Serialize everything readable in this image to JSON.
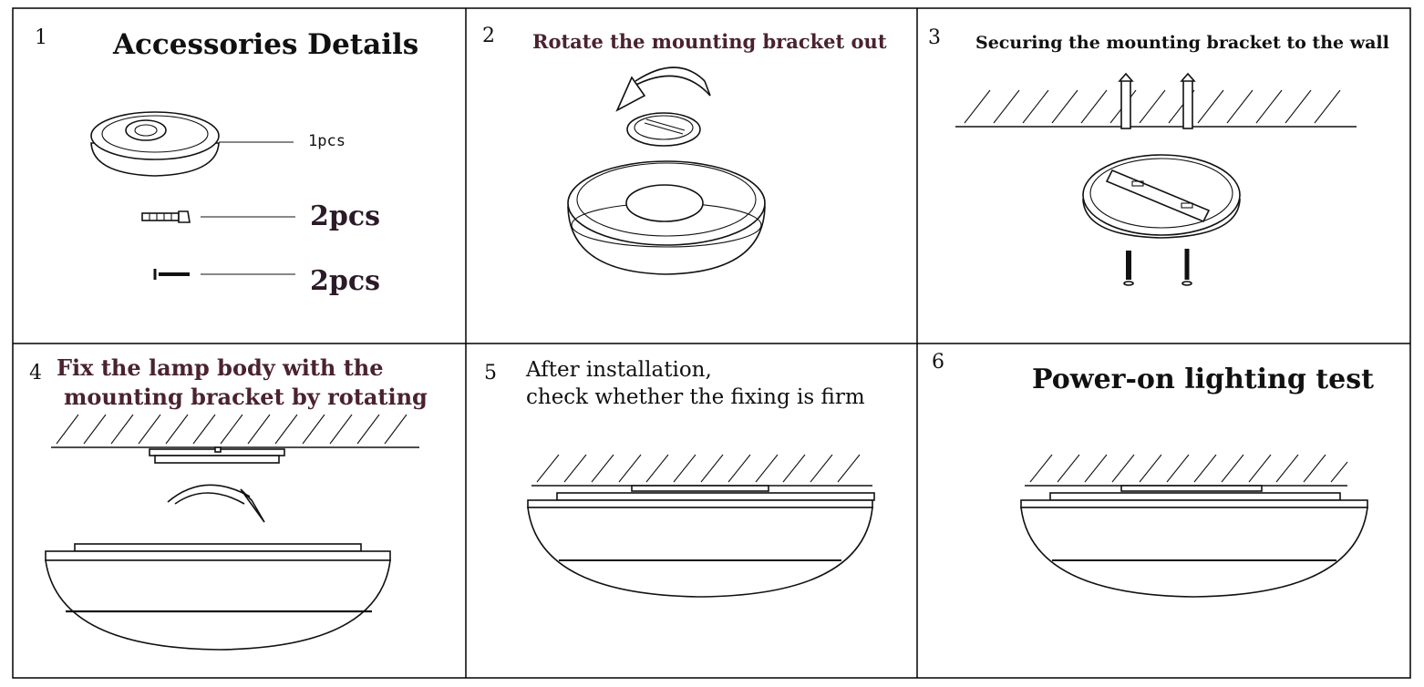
{
  "panels": [
    {
      "number": "1",
      "title": "Accessories Details",
      "items": [
        {
          "icon": "ceiling-lamp-icon",
          "quantity": "1pcs"
        },
        {
          "icon": "wall-anchor-icon",
          "quantity": "2pcs"
        },
        {
          "icon": "screw-icon",
          "quantity": "2pcs"
        }
      ]
    },
    {
      "number": "2",
      "title": "Rotate the mounting bracket out"
    },
    {
      "number": "3",
      "title": "Securing the mounting bracket to the wall"
    },
    {
      "number": "4",
      "title_line1": "Fix the lamp body with the",
      "title_line2": "mounting bracket by rotating"
    },
    {
      "number": "5",
      "title_line1": "After installation,",
      "title_line2": "check whether the fixing is firm"
    },
    {
      "number": "6",
      "title": "Power-on lighting test"
    }
  ],
  "colors": {
    "border": "#000000",
    "ink": "#111111",
    "title_maroon": "#4a2230",
    "background": "#ffffff"
  }
}
